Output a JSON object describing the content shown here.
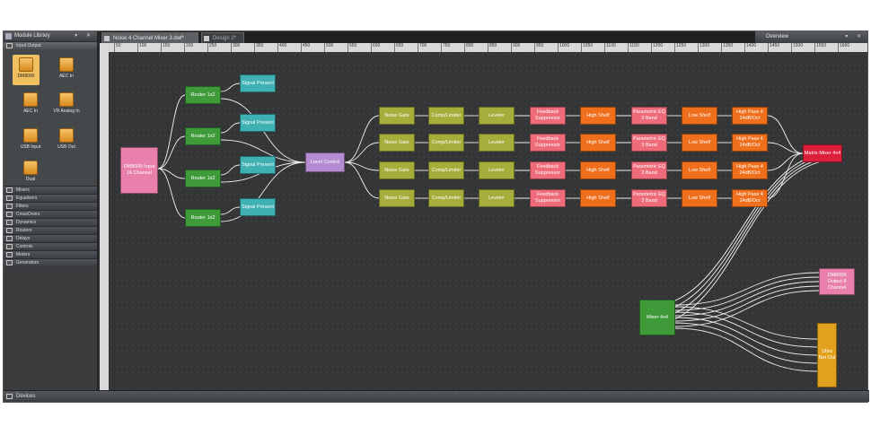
{
  "library": {
    "title": "Module Library",
    "controls": "▾ ✕",
    "open_category": "Input Output",
    "modules": [
      {
        "label": "DM8000"
      },
      {
        "label": "AEC In"
      },
      {
        "label": "AEC In"
      },
      {
        "label": "VR Analog In"
      },
      {
        "label": "USB Input"
      },
      {
        "label": "USB Out"
      },
      {
        "label": "Dual"
      }
    ],
    "categories": [
      "Mixers",
      "Equalizers",
      "Filters",
      "CrossOvers",
      "Dynamics",
      "Routers",
      "Delays",
      "Controls",
      "Meters",
      "Generators"
    ],
    "footer": "Devices"
  },
  "tabs": [
    {
      "label": "Noise 4 Channel Mixer 3.dwf*"
    },
    {
      "label": "Design 2*"
    }
  ],
  "overview": {
    "title": "Overview",
    "controls": "▾ ✕"
  },
  "ruler": [
    "50",
    "100",
    "150",
    "200",
    "250",
    "300",
    "350",
    "400",
    "450",
    "500",
    "550",
    "600",
    "650",
    "700",
    "750",
    "800",
    "850",
    "900",
    "950",
    "1000",
    "1050",
    "1100",
    "1150",
    "1200",
    "1250",
    "1300",
    "1350",
    "1400",
    "1450",
    "1500",
    "1550",
    "1600"
  ],
  "blocks": {
    "input": "DM8000 Input 16 Channel",
    "routers": [
      "Router 1x2",
      "Router 1x2",
      "Router 1x2",
      "Router 1x2"
    ],
    "signal_present": [
      "Signal Present",
      "Signal Present",
      "Signal Present",
      "Signal Present"
    ],
    "level_control": "Level Control",
    "chain": [
      "Noise Gate",
      "Comp/Limiter",
      "Leveler",
      "Feedback Suppressor",
      "High Shelf",
      "Parametric EQ 3 Band",
      "Low Shelf",
      "High Pass 4 24dB/Oct"
    ],
    "matrix_mixer": "Matrix Mixer 4x4",
    "mixer_4x4": "Mixer 4x4",
    "output": "DM8000 Output 8 Channel",
    "ultra_out": "Ultra Net Out"
  },
  "colors": {
    "pink": "#e880ab",
    "green": "#3f9a3a",
    "teal": "#3fb1b3",
    "lavender": "#b58cd1",
    "olive": "#a6ad3a",
    "salmon": "#ee6b7a",
    "orange": "#ef6f1c",
    "red": "#dd1f3d",
    "gold": "#e2a11c"
  }
}
